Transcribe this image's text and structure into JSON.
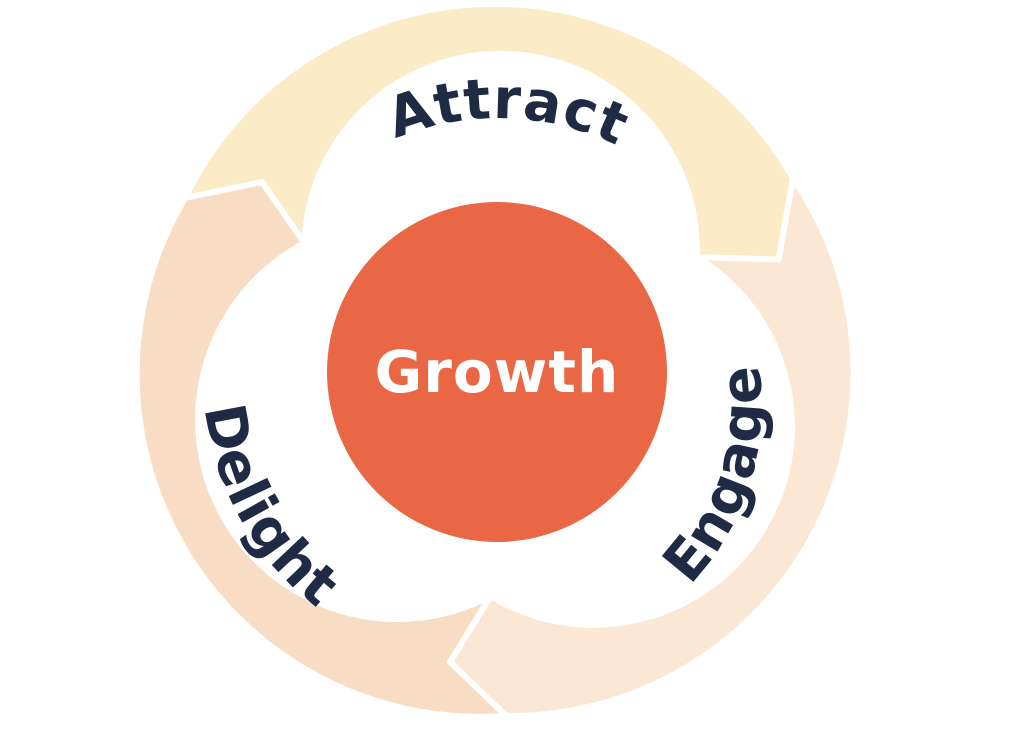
{
  "diagram": {
    "center": {
      "label": "Growth",
      "fill": "#E96744",
      "text_color": "#FFFFFF"
    },
    "segments": [
      {
        "id": "attract",
        "label": "Attract",
        "fill": "#FBEBC7"
      },
      {
        "id": "engage",
        "label": "Engage",
        "fill": "#FAE8D4"
      },
      {
        "id": "delight",
        "label": "Delight",
        "fill": "#F8DCC4"
      }
    ],
    "text_color": "#1F2A44",
    "divider_color": "#FFFFFF",
    "background": "#FFFFFF"
  }
}
